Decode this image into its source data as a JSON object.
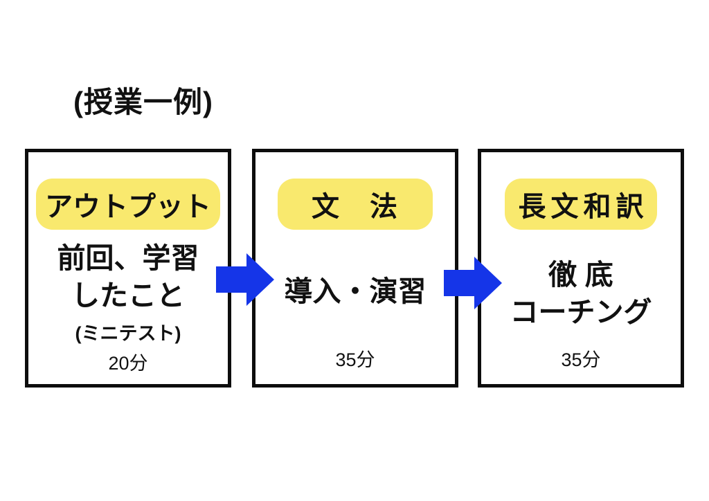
{
  "title": "(授業一例)",
  "colors": {
    "highlight": "#F9E96E",
    "arrow": "#1535E8",
    "ink": "#111111",
    "border": "#0D0D0D",
    "background": "#FFFFFF"
  },
  "boxes": [
    {
      "heading": "アウトプット",
      "line1": "前回、学習",
      "line2": "したこと",
      "note": "(ミニテスト)",
      "duration": "20分"
    },
    {
      "heading": "文　法",
      "line1": "導入・演習",
      "duration": "35分"
    },
    {
      "heading": "長文和訳",
      "line1": "徹 底",
      "line2": "コーチング",
      "duration": "35分"
    }
  ],
  "arrows": [
    {
      "icon": "right-arrow-icon"
    },
    {
      "icon": "right-arrow-icon"
    }
  ]
}
